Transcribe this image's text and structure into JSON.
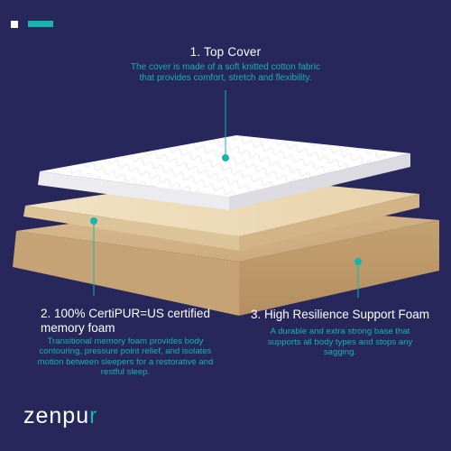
{
  "callouts": {
    "top_cover": {
      "title": "1. Top Cover",
      "description": "The cover is made of a soft knitted cotton fabric that provides comfort, stretch and flexibility."
    },
    "memory_foam": {
      "title_line1": "2. 100% CertiPUR=US certified",
      "title_line2": "memory foam",
      "description": "Transitional memory foam provides body contouring, pressure point relief, and isolates motion between sleepers for a restorative and restful sleep."
    },
    "support_foam": {
      "title": "3. High Resilience Support Foam",
      "description": "A durable and extra strong base that supports all body types and stops any sagging."
    }
  },
  "brand": {
    "name_main": "zenpu",
    "name_accent": "r"
  },
  "colors": {
    "background": "#27275c",
    "accent": "#17b3ad",
    "cover": "#ffffff",
    "memory_foam": "#e9d4ad",
    "support_foam": "#c8a77b"
  }
}
